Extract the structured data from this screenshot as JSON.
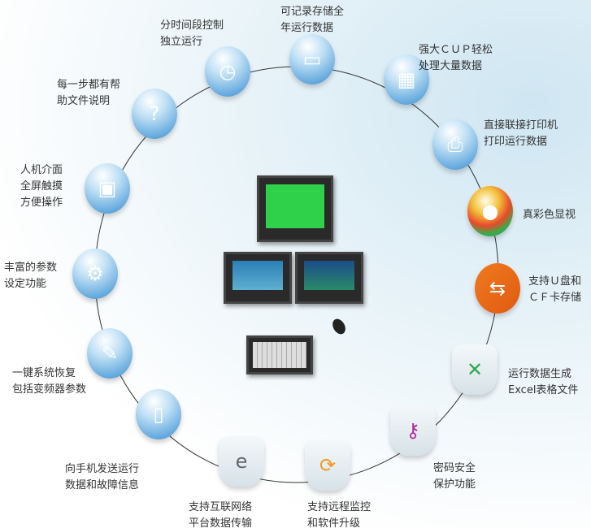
{
  "features": [
    {
      "icon": "clock-icon",
      "lines": [
        "分时间段控制",
        "独立运行"
      ]
    },
    {
      "icon": "hard-drive-icon",
      "lines": [
        "可记录存储全",
        "年运行数据"
      ]
    },
    {
      "icon": "cpu-chip-icon",
      "lines": [
        "强大ＣＵＰ轻松",
        "处理大量数据"
      ]
    },
    {
      "icon": "printer-icon",
      "lines": [
        "直接联接打印机",
        "打印运行数据"
      ]
    },
    {
      "icon": "rainbow-egg-icon",
      "lines": [
        "真彩色显视"
      ]
    },
    {
      "icon": "usb-drive-icon",
      "lines": [
        "支持Ｕ盘和",
        "ＣＦ卡存储"
      ]
    },
    {
      "icon": "excel-icon",
      "lines": [
        "运行数据生成",
        "Excel表格文件"
      ]
    },
    {
      "icon": "key-lock-icon",
      "lines": [
        "密码安全",
        "保护功能"
      ]
    },
    {
      "icon": "remote-globe-icon",
      "lines": [
        "支持远程监控",
        "和软件升级"
      ]
    },
    {
      "icon": "internet-explorer-icon",
      "lines": [
        "支持互联网络",
        "平台数据传输"
      ]
    },
    {
      "icon": "mobile-phone-icon",
      "lines": [
        "向手机发送运行",
        "数据和故障信息"
      ]
    },
    {
      "icon": "wrench-tools-icon",
      "lines": [
        "一键系统恢复",
        "包括变频器参数"
      ]
    },
    {
      "icon": "gear-settings-icon",
      "lines": [
        "丰富的参数",
        "设定功能"
      ]
    },
    {
      "icon": "touch-monitor-icon",
      "lines": [
        "人机介面",
        "全屏触摸",
        "方便操作"
      ]
    },
    {
      "icon": "help-lifebuoy-icon",
      "lines": [
        "每一步都有帮",
        "助文件说明"
      ]
    }
  ]
}
